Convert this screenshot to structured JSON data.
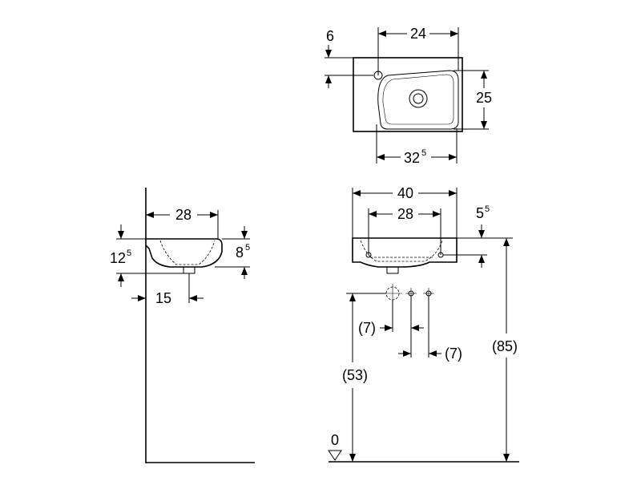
{
  "top_view": {
    "dim_top_width": "24",
    "dim_tap_offset": "6",
    "dim_depth": "25",
    "dim_bottom_main": "32",
    "dim_bottom_sup": "5"
  },
  "side_view": {
    "dim_width": "28",
    "dim_height_main": "12",
    "dim_height_sup": "5",
    "dim_inner_main": "8",
    "dim_inner_sup": "5",
    "dim_waste": "15"
  },
  "front_view": {
    "dim_width": "40",
    "dim_inner": "28",
    "dim_rim_main": "5",
    "dim_rim_sup": "5",
    "dim_left_spacing": "(7)",
    "dim_right_spacing": "(7)",
    "dim_supply_height": "(53)",
    "dim_total_height": "(85)",
    "floor_level": "0"
  }
}
